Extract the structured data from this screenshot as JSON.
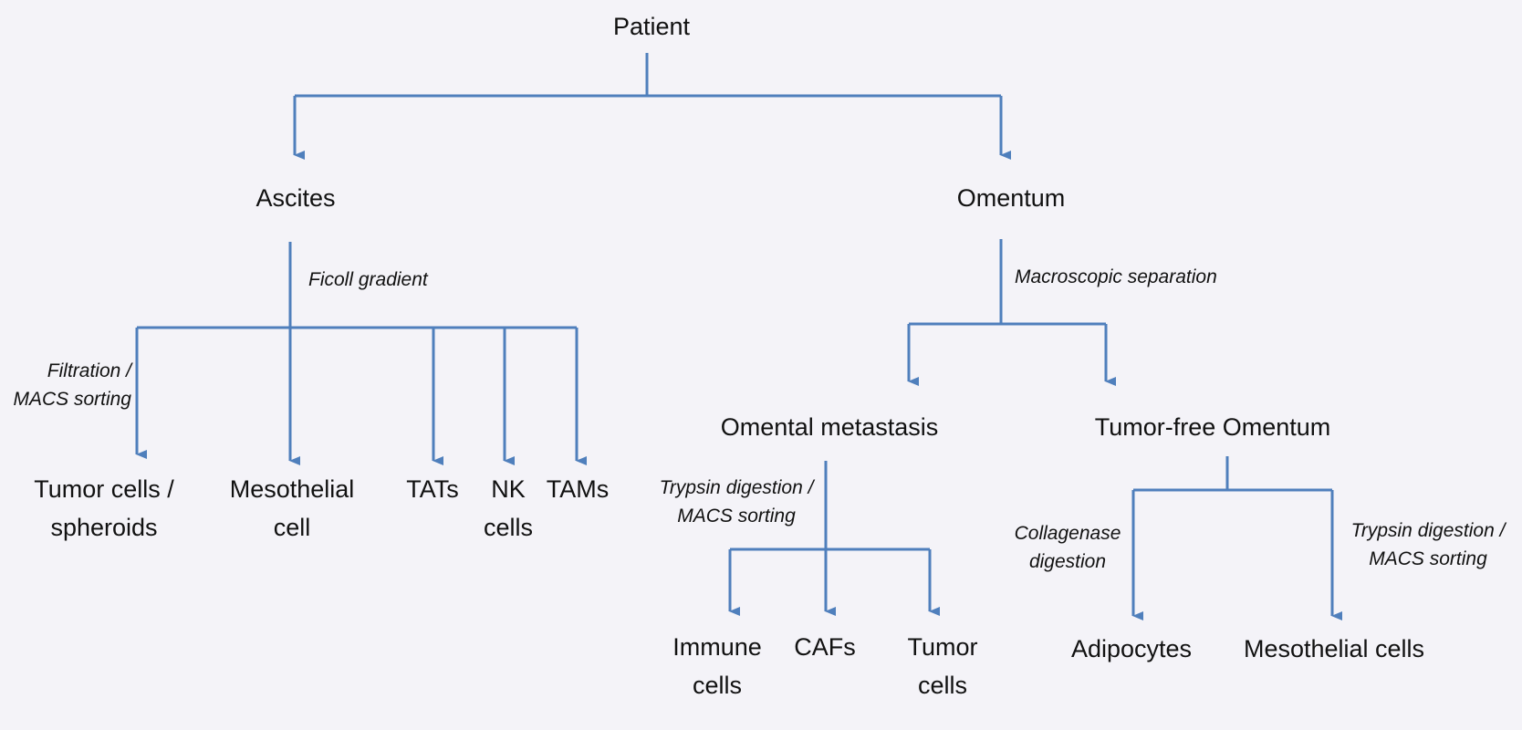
{
  "colors": {
    "connector": "#4f7fbc",
    "background": "#f4f3f8",
    "text": "#111111"
  },
  "nodes": {
    "patient": "Patient",
    "ascites": "Ascites",
    "omentum": "Omentum",
    "tumor_cells_spheroids": [
      "Tumor cells /",
      "spheroids"
    ],
    "mesothelial_cell": [
      "Mesothelial",
      "cell"
    ],
    "tats": "TATs",
    "nk_cells": [
      "NK",
      "cells"
    ],
    "tams": "TAMs",
    "omental_metastasis": "Omental metastasis",
    "tumor_free_omentum": "Tumor-free Omentum",
    "immune_cells": [
      "Immune",
      "cells"
    ],
    "cafs": "CAFs",
    "tumor_cells": [
      "Tumor",
      "cells"
    ],
    "adipocytes": "Adipocytes",
    "mesothelial_cells": "Mesothelial cells"
  },
  "edge_labels": {
    "ficoll_gradient": "Ficoll gradient",
    "filtration_macs": [
      "Filtration /",
      "MACS sorting"
    ],
    "macroscopic_separation": "Macroscopic separation",
    "trypsin_macs_left": [
      "Trypsin digestion /",
      "MACS sorting"
    ],
    "collagenase_digestion": [
      "Collagenase",
      "digestion"
    ],
    "trypsin_macs_right": [
      "Trypsin digestion /",
      "MACS sorting"
    ]
  }
}
